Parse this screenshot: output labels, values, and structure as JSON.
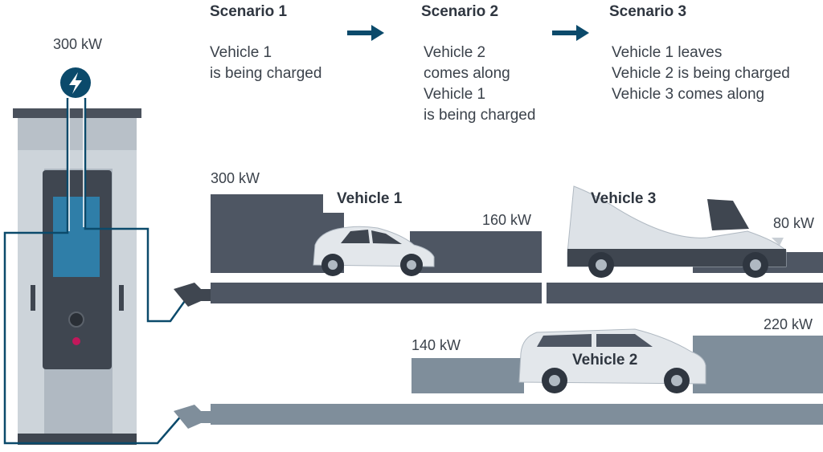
{
  "charger": {
    "power_label": "300 kW",
    "bolt_icon": "lightning-bolt-icon",
    "color": "#0b4a6b"
  },
  "scenarios": [
    {
      "heading": "Scenario 1",
      "lines": [
        "Vehicle 1",
        "is being charged"
      ]
    },
    {
      "heading": "Scenario 2",
      "lines": [
        "Vehicle 2",
        "comes along",
        "Vehicle 1",
        "is being charged"
      ]
    },
    {
      "heading": "Scenario 3",
      "lines": [
        "Vehicle 1 leaves",
        "Vehicle 2 is being charged",
        "Vehicle 3 comes along"
      ]
    }
  ],
  "lane_top": {
    "power_labels": [
      "300 kW",
      "160 kW",
      "80 kW"
    ],
    "vehicles": [
      "Vehicle 1",
      "Vehicle 3"
    ]
  },
  "lane_bottom": {
    "power_labels": [
      "140 kW",
      "220 kW"
    ],
    "vehicles": [
      "Vehicle 2"
    ]
  },
  "colors": {
    "dark_bar": "#4e5663",
    "light_bar": "#7f8e9b",
    "arrow": "#0b4a6b"
  }
}
